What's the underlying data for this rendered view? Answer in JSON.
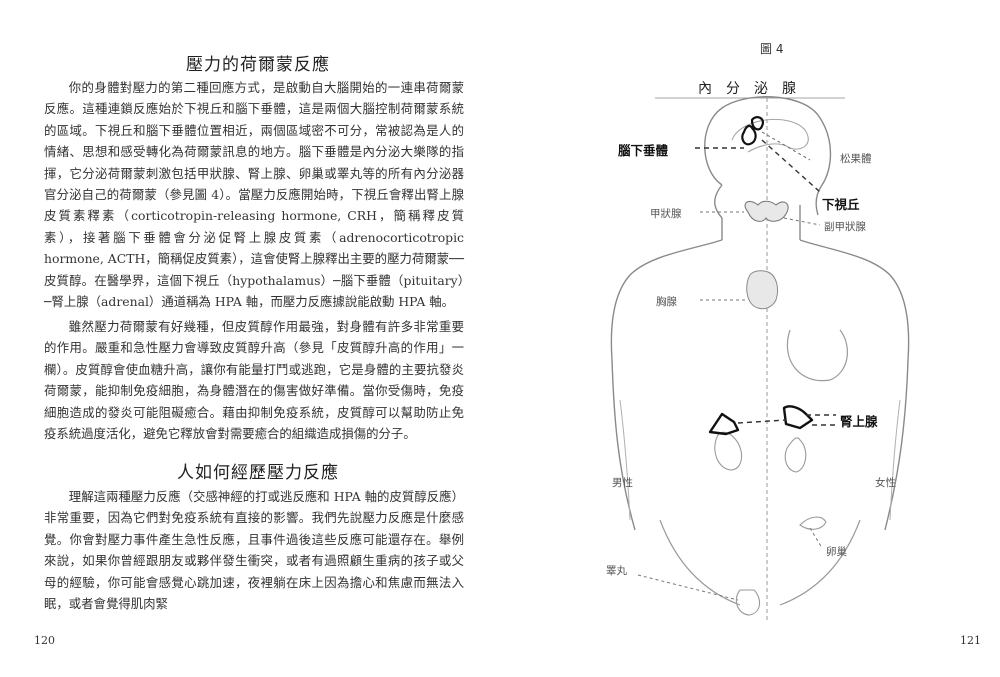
{
  "left_page": {
    "heading1": "壓力的荷爾蒙反應",
    "para1": "你的身體對壓力的第二種回應方式，是啟動自大腦開始的一連串荷爾蒙反應。這種連鎖反應始於下視丘和腦下垂體，這是兩個大腦控制荷爾蒙系統的區域。下視丘和腦下垂體位置相近，兩個區域密不可分，常被認為是人的情緒、思想和感受轉化為荷爾蒙訊息的地方。腦下垂體是內分泌大樂隊的指揮，它分泌荷爾蒙刺激包括甲狀腺、腎上腺、卵巢或睪丸等的所有內分泌器官分泌自己的荷爾蒙（參見圖 4）。當壓力反應開始時，下視丘會釋出腎上腺皮質素釋素（corticotropin-releasing hormone, CRH，簡稱釋皮質素），接著腦下垂體會分泌促腎上腺皮質素（adrenocorticotropic hormone, ACTH，簡稱促皮質素），這會使腎上腺釋出主要的壓力荷爾蒙──皮質醇。在醫學界，這個下視丘（hypothalamus）─腦下垂體（pituitary）─腎上腺（adrenal）通道稱為 HPA 軸，而壓力反應據說能啟動 HPA 軸。",
    "para2": "雖然壓力荷爾蒙有好幾種，但皮質醇作用最強，對身體有許多非常重要的作用。嚴重和急性壓力會導致皮質醇升高（參見「皮質醇升高的作用」一欄）。皮質醇會使血糖升高，讓你有能量打鬥或逃跑，它是身體的主要抗發炎荷爾蒙，能抑制免疫細胞，為身體潛在的傷害做好準備。當你受傷時，免疫細胞造成的發炎可能阻礙癒合。藉由抑制免疫系統，皮質醇可以幫助防止免疫系統過度活化，避免它釋放會對需要癒合的組織造成損傷的分子。",
    "heading2": "人如何經歷壓力反應",
    "para3": "理解這兩種壓力反應（交感神經的打或逃反應和 HPA 軸的皮質醇反應）非常重要，因為它們對免疫系統有直接的影響。我們先說壓力反應是什麼感覺。你會對壓力事件產生急性反應，且事件過後這些反應可能還存在。舉例來說，如果你曾經跟朋友或夥伴發生衝突，或者有過照顧生重病的孩子或父母的經驗，你可能會感覺心跳加速，夜裡躺在床上因為擔心和焦慮而無法入眠，或者會覺得肌肉緊",
    "page_number": "120"
  },
  "right_page": {
    "figure_title": "圖 4",
    "diagram_title": "內分泌腺",
    "labels": {
      "pituitary": "腦下垂體",
      "pineal": "松果體",
      "hypothalamus": "下視丘",
      "thyroid": "甲狀腺",
      "parathyroid": "副甲狀腺",
      "thymus": "胸腺",
      "adrenal": "腎上腺",
      "male": "男性",
      "female": "女性",
      "ovary": "卵巢",
      "testis": "睪丸"
    },
    "page_number": "121"
  }
}
